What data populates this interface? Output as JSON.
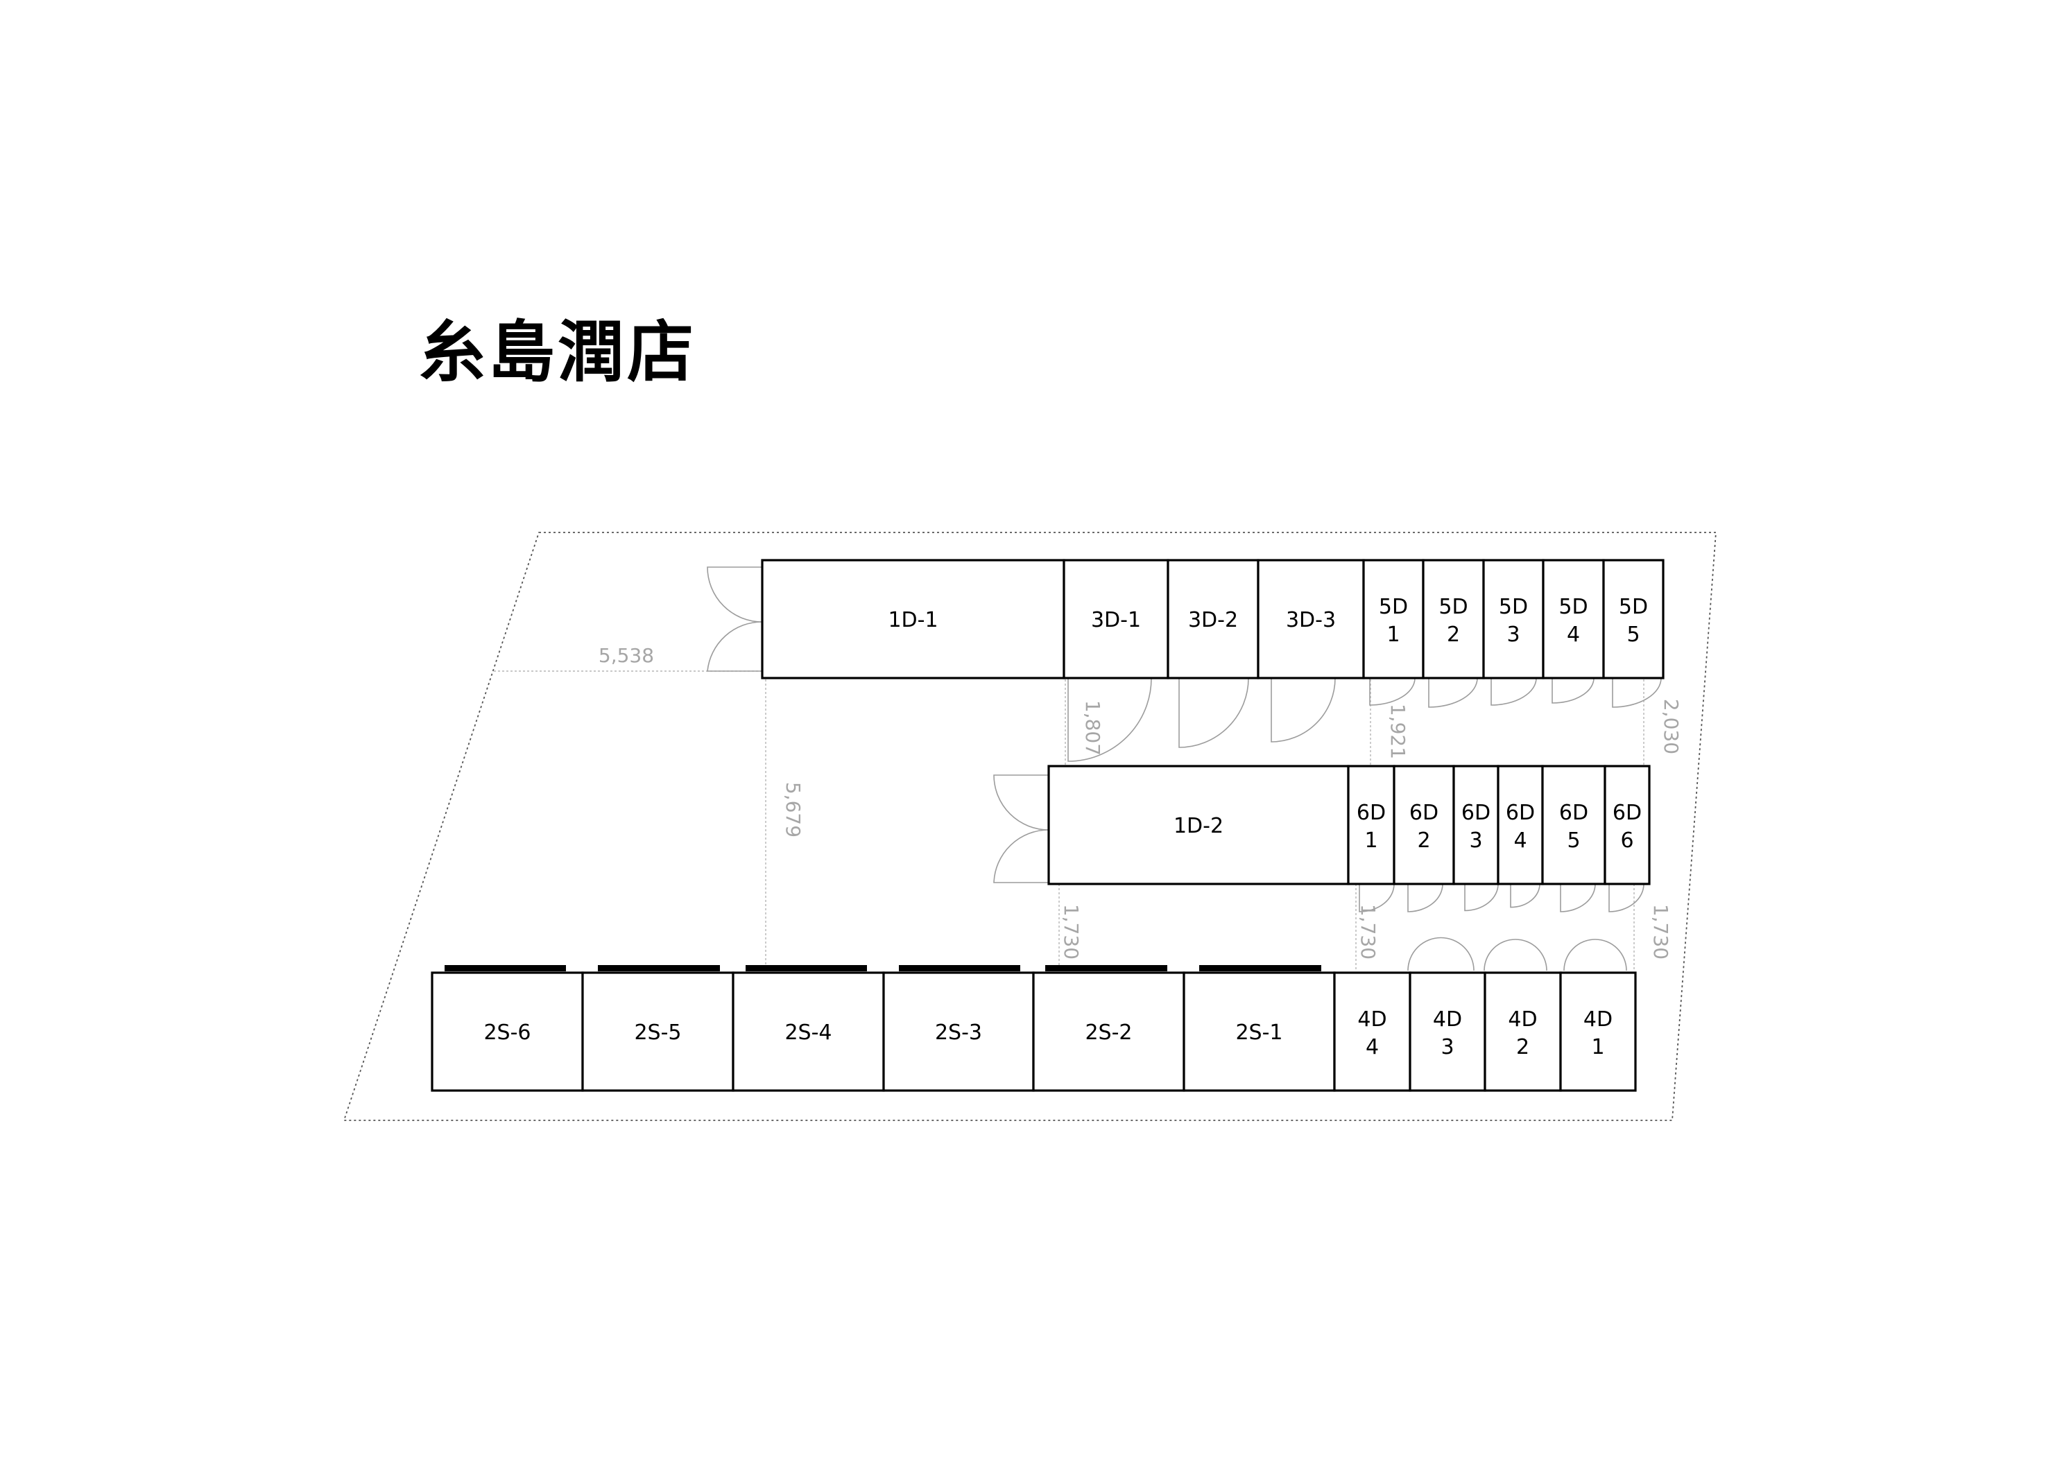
{
  "title": "糸島潤店",
  "units": {
    "u_1d1": "1D-1",
    "u_3d1": "3D-1",
    "u_3d2": "3D-2",
    "u_3d3": "3D-3",
    "u_5d1": [
      "5D",
      "1"
    ],
    "u_5d2": [
      "5D",
      "2"
    ],
    "u_5d3": [
      "5D",
      "3"
    ],
    "u_5d4": [
      "5D",
      "4"
    ],
    "u_5d5": [
      "5D",
      "5"
    ],
    "u_1d2": "1D-2",
    "u_6d1": [
      "6D",
      "1"
    ],
    "u_6d2": [
      "6D",
      "2"
    ],
    "u_6d3": [
      "6D",
      "3"
    ],
    "u_6d4": [
      "6D",
      "4"
    ],
    "u_6d5": [
      "6D",
      "5"
    ],
    "u_6d6": [
      "6D",
      "6"
    ],
    "u_2s6": "2S-6",
    "u_2s5": "2S-5",
    "u_2s4": "2S-4",
    "u_2s3": "2S-3",
    "u_2s2": "2S-2",
    "u_2s1": "2S-1",
    "u_4d4": [
      "4D",
      "4"
    ],
    "u_4d3": [
      "4D",
      "3"
    ],
    "u_4d2": [
      "4D",
      "2"
    ],
    "u_4d1": [
      "4D",
      "1"
    ]
  },
  "dimensions": {
    "d_5538": "5,538",
    "d_5679": "5,679",
    "d_1807": "1,807",
    "d_1921": "1,921",
    "d_2030": "2,030",
    "d_1730_a": "1,730",
    "d_1730_b": "1,730",
    "d_1730_c": "1,730"
  }
}
